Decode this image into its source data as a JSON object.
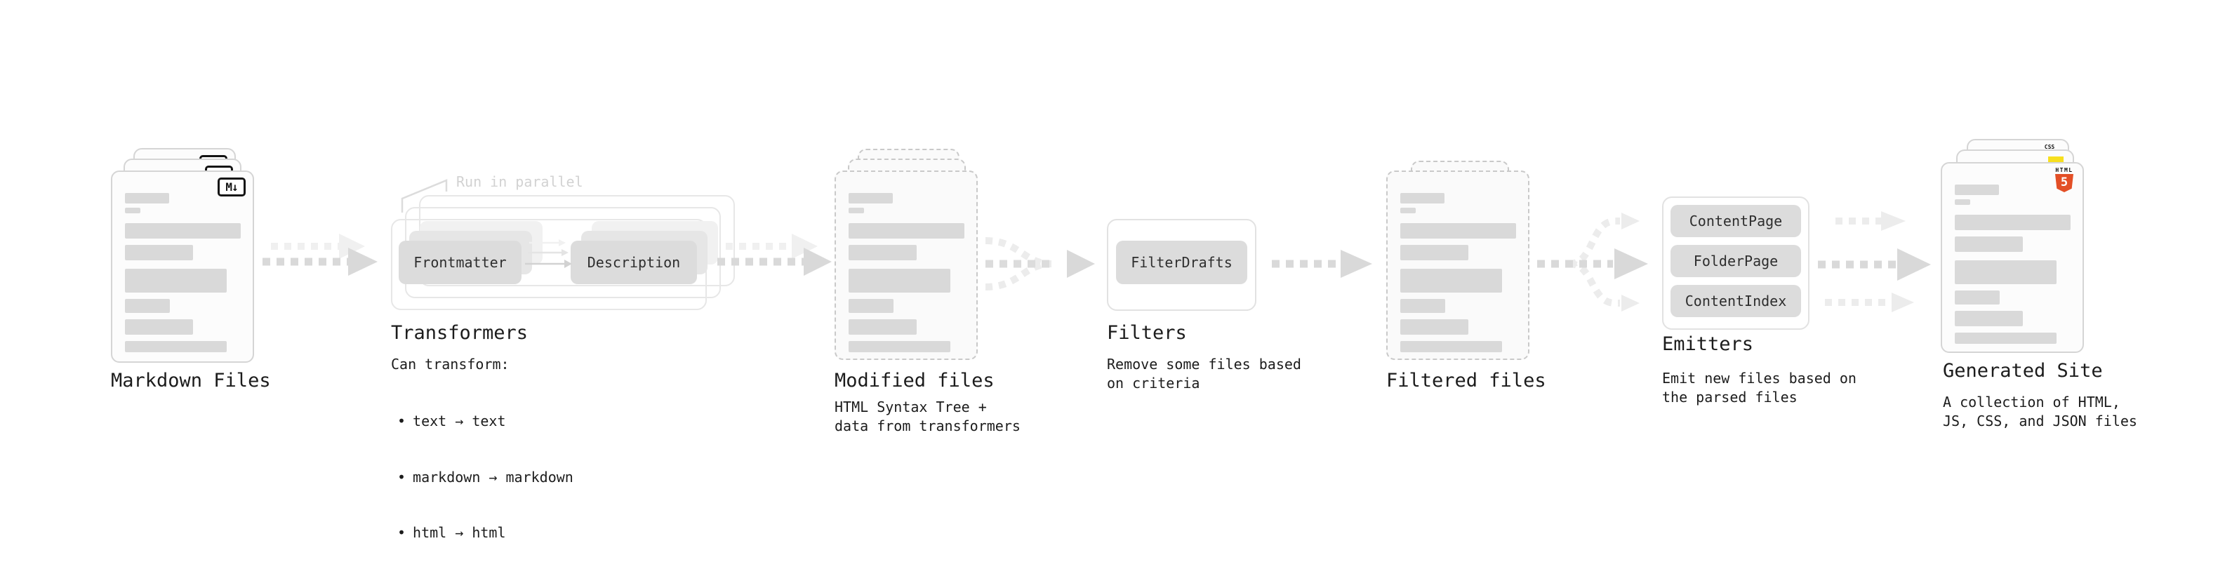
{
  "diagram": {
    "markdown": {
      "label": "Markdown Files",
      "badge": "M↓"
    },
    "transformers": {
      "annotation": "Run in parallel",
      "frontmatter_btn": "Frontmatter",
      "description_btn": "Description",
      "label": "Transformers",
      "caption_title": "Can transform:",
      "bullets": [
        "text → text",
        "markdown → markdown",
        "html → html"
      ]
    },
    "modified": {
      "label": "Modified files",
      "caption": "HTML Syntax Tree +\ndata from transformers"
    },
    "filters": {
      "button": "FilterDrafts",
      "label": "Filters",
      "caption": "Remove some files based\non criteria"
    },
    "filtered": {
      "label": "Filtered files"
    },
    "emitters": {
      "buttons": [
        "ContentPage",
        "FolderPage",
        "ContentIndex"
      ],
      "label": "Emitters",
      "caption": "Emit new files based on\nthe parsed files"
    },
    "generated": {
      "label": "Generated Site",
      "caption": "A collection of HTML,\nJS, CSS, and JSON files",
      "css_badge": "CSS",
      "html_badge_word": "HTML",
      "html_badge_number": "5"
    },
    "colors": {
      "html5_orange": "#e34f26",
      "js_yellow": "#f7df1e",
      "css_blue": "#2d53e5",
      "bar_gray": "#d9d9d9",
      "arrow_gray": "#d9d9d9",
      "arrow_light": "#ececec"
    }
  }
}
